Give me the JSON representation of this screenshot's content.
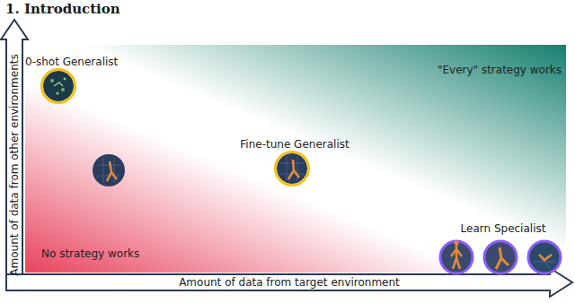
{
  "diagram": {
    "title": "1. Introduction",
    "nodes": [
      {
        "text": [
          "0-shot Generalist"
        ]
      },
      {
        "text": [
          "Fine-tune Generalist"
        ]
      }
    ],
    "labels": [
      "\"Every\" strategy works",
      "Learn Specialist",
      "No strategy works",
      "Amount of data from other environments",
      "Amount of data from target environment"
    ]
  }
}
